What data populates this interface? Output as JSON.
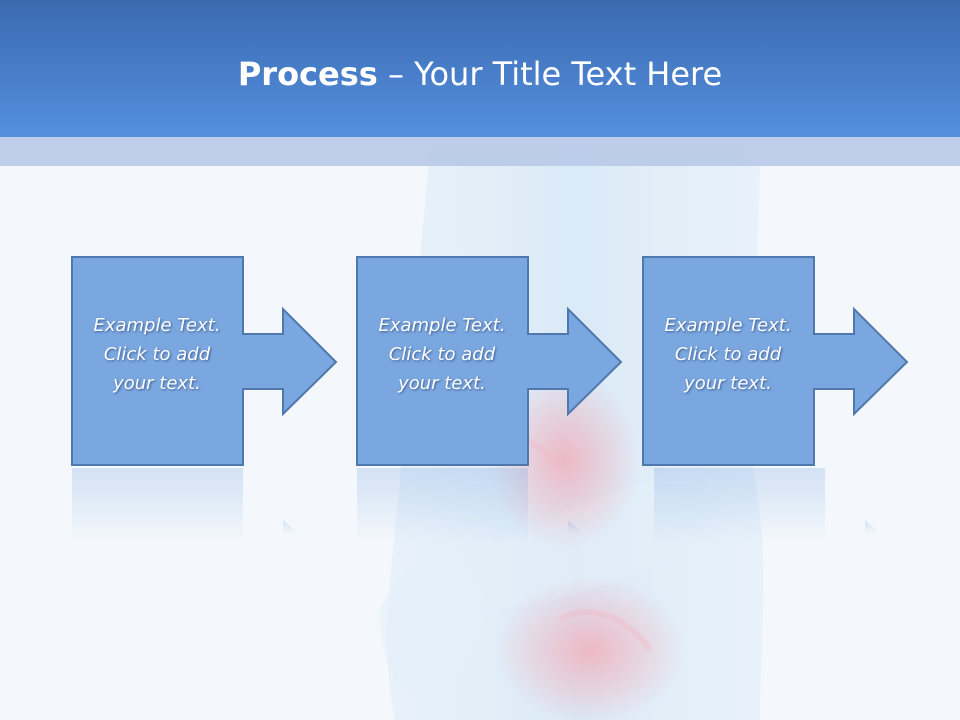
{
  "slide": {
    "title_bold": "Process",
    "title_rest": " – Your Title Text Here"
  },
  "steps": [
    {
      "line1": "Example Text.",
      "line2": "Click  to add",
      "line3": "your text."
    },
    {
      "line1": "Example Text.",
      "line2": "Click  to add",
      "line3": "your text."
    },
    {
      "line1": "Example Text.",
      "line2": "Click  to add",
      "line3": "your text."
    }
  ],
  "colors": {
    "header": "#4a80cc",
    "subbar": "#b8cae8",
    "shape_fill": "#7ba7e0",
    "shape_stroke": "#4f78ad",
    "background": "#f4f8fc"
  },
  "icons": [
    "right-arrow-icon"
  ]
}
